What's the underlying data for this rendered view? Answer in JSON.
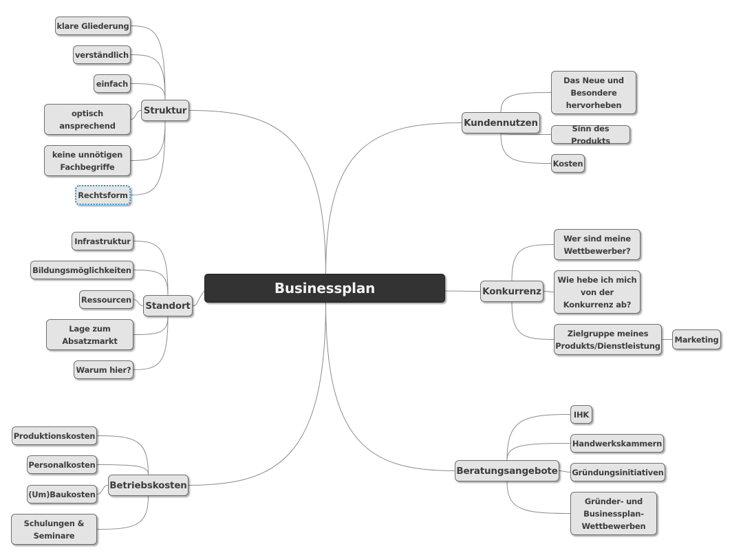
{
  "colors": {
    "node_fill": "#e4e4e4",
    "node_border": "#6e6e6e",
    "center_fill": "#333333",
    "center_text": "#f2f2f2",
    "text": "#3d3d3d",
    "link": "#8a8a8a",
    "selection": "#1a9ad6"
  },
  "center": {
    "label": "Businessplan"
  },
  "branches": {
    "struktur": {
      "label": "Struktur",
      "children": [
        "klare Gliederung",
        "verständlich",
        "einfach",
        "optisch\nansprechend",
        "keine unnötigen\nFachbegriffe",
        "Rechtsform"
      ],
      "selected_child": "Rechtsform"
    },
    "standort": {
      "label": "Standort",
      "children": [
        "Infrastruktur",
        "Bildungsmöglichkeiten",
        "Ressourcen",
        "Lage zum\nAbsatzmarkt",
        "Warum hier?"
      ]
    },
    "betriebskosten": {
      "label": "Betriebskosten",
      "children": [
        "Produktionskosten",
        "Personalkosten",
        "(Um)Baukosten",
        "Schulungen &\nSeminare"
      ]
    },
    "kundennutzen": {
      "label": "Kundennutzen",
      "children": [
        "Das Neue und\nBesondere\nhervorheben",
        "Sinn des Produkts",
        "Kosten"
      ]
    },
    "konkurrenz": {
      "label": "Konkurrenz",
      "children": [
        "Wer sind meine\nWettbewerber?",
        "Wie hebe ich mich\nvon der\nKonkurrenz ab?",
        "Zielgruppe meines\nProdukts/Dienstleistung"
      ],
      "grandchild": "Marketing"
    },
    "beratungsangebote": {
      "label": "Beratungsangebote",
      "children": [
        "IHK",
        "Handwerkskammern",
        "Gründungsinitiativen",
        "Gründer- und\nBusinessplan-\nWettbewerben"
      ]
    }
  }
}
